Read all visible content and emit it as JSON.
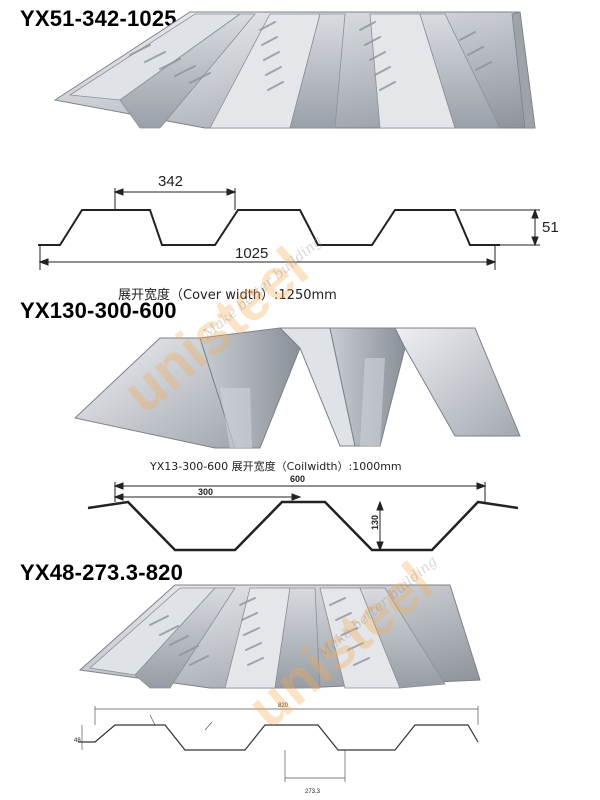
{
  "sections": [
    {
      "title": "YX51-342-1025",
      "dims": {
        "pitch": "342",
        "width": "1025",
        "height": "51"
      },
      "caption": "展开宽度（Cover width）:1250mm"
    },
    {
      "title": "YX130-300-600",
      "dims": {
        "pitch": "300",
        "width": "600",
        "height": "130"
      },
      "caption": "YX13-300-600 展开宽度（Coilwidth）:1000mm"
    },
    {
      "title": "YX48-273.3-820",
      "dims": {
        "pitch": "273.3",
        "width": "820",
        "height": "48"
      }
    }
  ],
  "watermark": {
    "brand": "unisteel",
    "slogan": "Make better building"
  },
  "colors": {
    "steel_light": "#e6e8ec",
    "steel_mid": "#b4b8bf",
    "steel_dark": "#7d828a",
    "line": "#222222",
    "watermark_accent": "#f5aa50"
  }
}
